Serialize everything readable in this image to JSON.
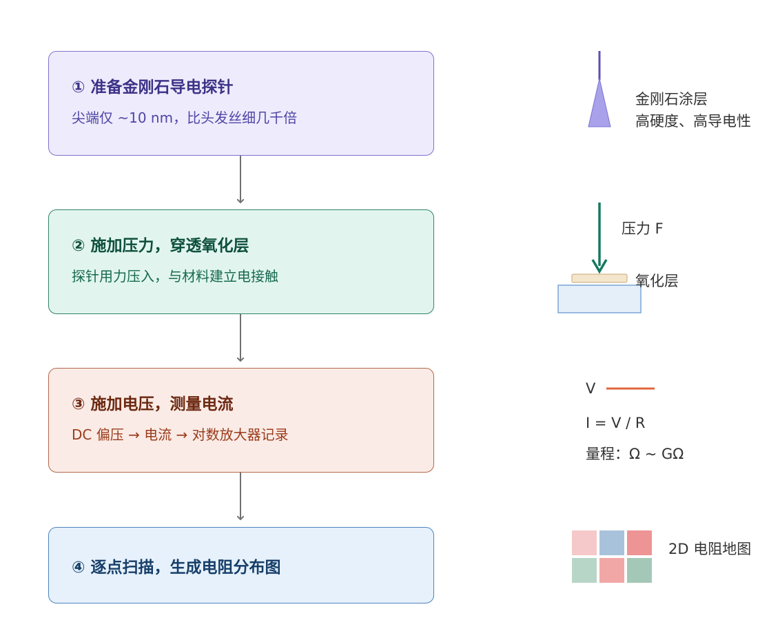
{
  "steps": [
    {
      "title": "① 准备金刚石导电探针",
      "description": "尖端仅 ~10 nm，比头发丝细几千倍"
    },
    {
      "title": "② 施加压力，穿透氧化层",
      "description": "探针用力压入，与材料建立电接触"
    },
    {
      "title": "③ 施加电压，测量电流",
      "description": "DC 偏压 → 电流 → 对数放大器记录"
    },
    {
      "title": "④ 逐点扫描，生成电阻分布图",
      "description": ""
    }
  ],
  "illustrations": {
    "probe": {
      "label_line1": "金刚石涂层",
      "label_line2": "高硬度、高导电性"
    },
    "pressure": {
      "force_label": "压力 F",
      "oxide_label": "氧化层"
    },
    "voltage": {
      "v_label": "V",
      "formula": "I = V / R",
      "range": "量程：Ω ~ GΩ"
    },
    "map": {
      "label": "2D 电阻地图",
      "cell_colors": [
        "#f5c9c9",
        "#a8c2dc",
        "#ee9494",
        "#b8d6c8",
        "#f2a7a7",
        "#a4c8b8"
      ]
    }
  },
  "colors": {
    "arrow": "#707070",
    "probe_stem": "#5b4fb0",
    "probe_tip": "#a9a2ea",
    "force_arrow": "#147a5e",
    "oxide_fill": "#f4e6cd",
    "oxide_stroke": "#c7a878",
    "substrate_fill": "#e4effa",
    "substrate_stroke": "#7aa5d4",
    "voltage_line": "#e0673c"
  }
}
